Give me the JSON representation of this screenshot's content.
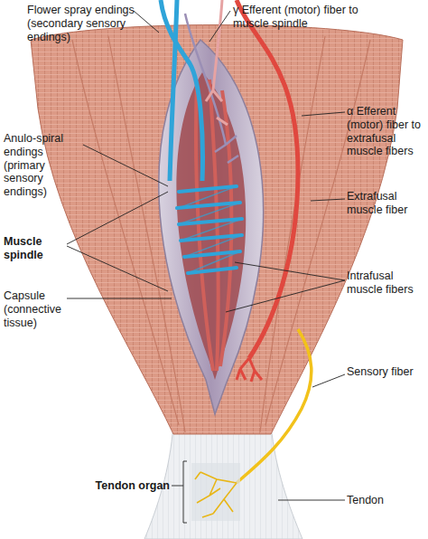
{
  "diagram": {
    "labels": [
      "Flower spray endings (secondary sensory endings)",
      "γ Efferent (motor) fiber to muscle spindle",
      "Anulo-spiral endings (primary sensory endings)",
      "Muscle spindle",
      "Capsule (connective tissue)",
      "α Efferent (motor) fiber to extrafusal muscle fibers",
      "Extrafusal muscle fiber",
      "Intrafusal muscle fibers",
      "Sensory fiber",
      "Tendon organ",
      "Tendon"
    ]
  }
}
